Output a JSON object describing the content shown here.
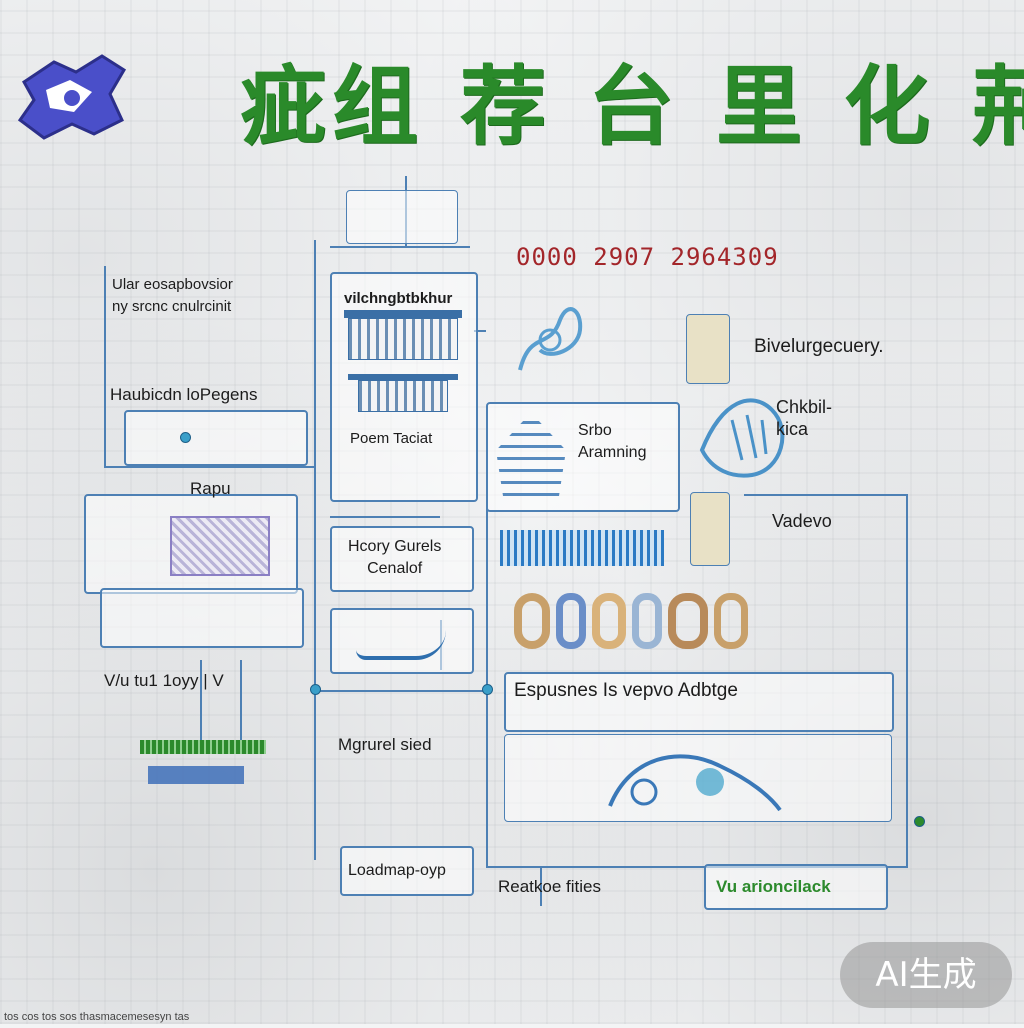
{
  "title": "疵组 荐 台 里 化 荊",
  "code_number": "0000 2907 2964309",
  "labels": {
    "top_left": "Ular eosapbovsior\nny srcnc cnulrcinit",
    "handicap": "Haubicdn loPegens",
    "rapid": "Rapu",
    "middle_header": "vilchngbtbkhur",
    "poem": "Poem Taciat",
    "history": "Hcory Gurels\nCenalof",
    "right_1": "Bivelurgecuery.",
    "right_2": "Chkbil-\nkica",
    "sribo": "Srbo\nAramning",
    "vadevo": "Vadevo",
    "espusnes": "Espusnes Is   vepvo Adbtge",
    "bottom_left": "V/u tu1 1oyy | V",
    "mgrurel": "Mgrurel sied",
    "loadmap": "Loadmap-oyp",
    "reatkoe": "Reatkoe fities",
    "vu_ario": "Vu arioncilack"
  },
  "badge": "AI生成",
  "footer": "tos cos tos sos thasmacemesesyn tas",
  "colors": {
    "title_green": "#2a8a2a",
    "line_blue": "#4d80b4",
    "code_red": "#a3262a",
    "accent_cyan": "#3a9fc9"
  }
}
